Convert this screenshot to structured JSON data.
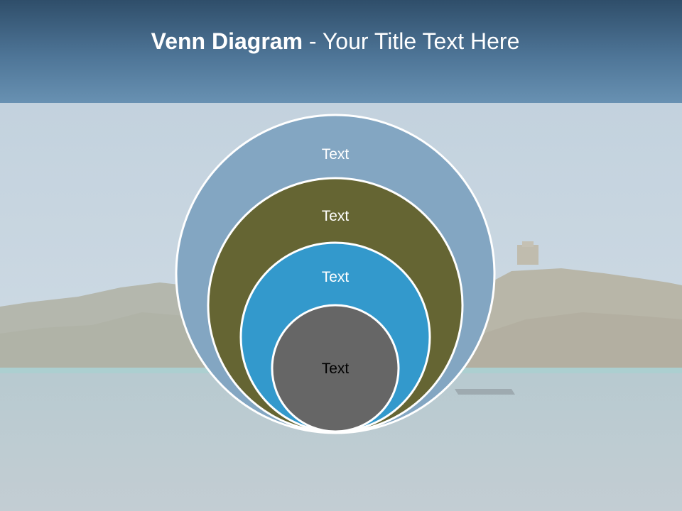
{
  "slide": {
    "title_bold": "Venn Diagram",
    "title_rest": " - Your Title Text Here"
  },
  "diagram": {
    "type": "nested-circles",
    "circles": [
      {
        "label": "Text",
        "fill": "#83a6c2",
        "text_color": "#ffffff"
      },
      {
        "label": "Text",
        "fill": "#656533",
        "text_color": "#ffffff"
      },
      {
        "label": "Text",
        "fill": "#3399cc",
        "text_color": "#ffffff"
      },
      {
        "label": "Text",
        "fill": "#666666",
        "text_color": "#000000"
      }
    ]
  },
  "colors": {
    "header_top": "#2f4e6a",
    "header_bottom": "#6891b2",
    "sky": "#c9d8e3",
    "sea": "#b9c8cf",
    "circle_stroke": "#ffffff"
  },
  "background": {
    "description_icon": "coastal-landscape-photo"
  }
}
